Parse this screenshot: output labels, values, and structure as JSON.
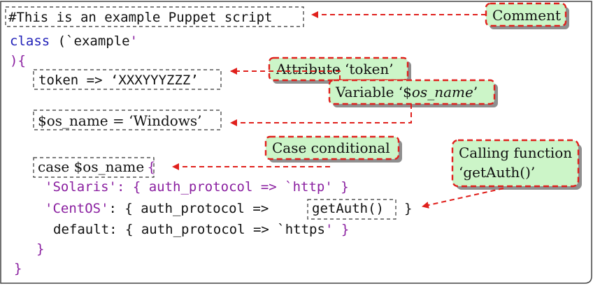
{
  "code": {
    "line1": "#This is an example Puppet script",
    "line2_kw": "class",
    "line2_rest": " (`example",
    "line2_q": "'",
    "line3": "){",
    "line4": "token => ‘XXXYYYZZZ’",
    "line5": "$os_name = ‘Windows’",
    "line6_text": "case $os_name",
    "line6_brace": "{",
    "line7": "'Solaris': { auth_protocol => `http' }",
    "line8_a": "'CentOS'",
    "line8_b": ": { auth_protocol =>",
    "line8_fn": "getAuth()",
    "line8_c": "}",
    "line9_a": "default: { auth_protocol => `https",
    "line9_b": "' }",
    "line10": "}",
    "line11": "}"
  },
  "callouts": {
    "comment": "Comment",
    "attribute": "Attribute ‘token’",
    "variable_a": "Variable ‘$",
    "variable_b": "os_name",
    "variable_c": "’",
    "case": "Case conditional",
    "func_line1": "Calling function",
    "func_line2": "‘getAuth()’"
  },
  "colors": {
    "keyword": "#1f1fb8",
    "purple": "#8a1fa0",
    "callout_fill": "#ccf5c8",
    "callout_border": "#e0201c"
  }
}
